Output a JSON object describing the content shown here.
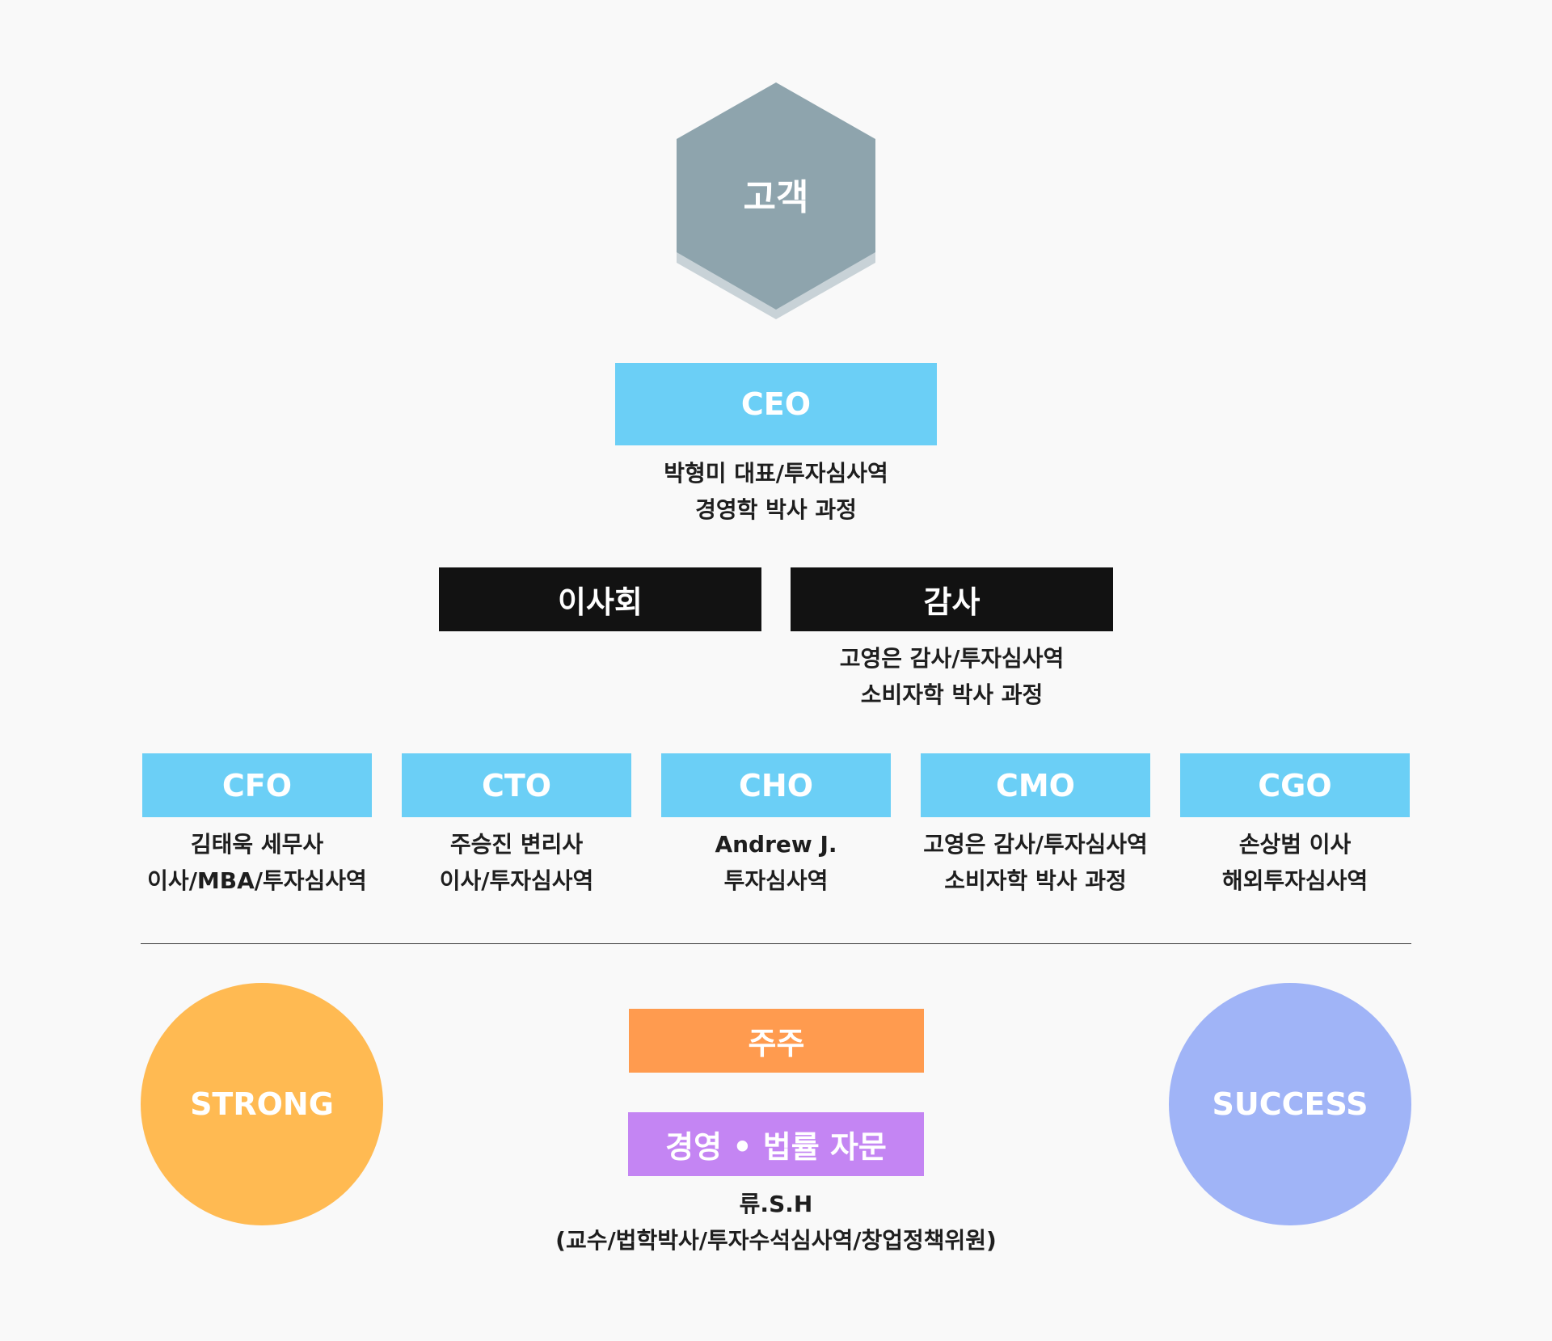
{
  "colors": {
    "background": "#f9f9f9",
    "hexagon": "#8ea4ad",
    "hexagon_shadow": "#c8d2d7",
    "blue_box": "#6bcff6",
    "black_box": "#121212",
    "orange_box": "#ff9b4f",
    "purple_box": "#c485f3",
    "strong_circle": "#ffba52",
    "success_circle": "#a0b4f7"
  },
  "customer": {
    "label": "고객",
    "icon": "hexagon-shape"
  },
  "ceo": {
    "title": "CEO",
    "line1": "박형미 대표/투자심사역",
    "line2": "경영학 박사 과정"
  },
  "board": {
    "title": "이사회"
  },
  "audit": {
    "title": "감사",
    "line1": "고영은 감사/투자심사역",
    "line2": "소비자학 박사 과정"
  },
  "officers": [
    {
      "title": "CFO",
      "line1": "김태욱 세무사",
      "line2": "이사/MBA/투자심사역"
    },
    {
      "title": "CTO",
      "line1": "주승진 변리사",
      "line2": "이사/투자심사역"
    },
    {
      "title": "CHO",
      "line1": "Andrew J.",
      "line2": "투자심사역"
    },
    {
      "title": "CMO",
      "line1": "고영은 감사/투자심사역",
      "line2": "소비자학 박사 과정"
    },
    {
      "title": "CGO",
      "line1": "손상범 이사",
      "line2": "해외투자심사역"
    }
  ],
  "shareholders": {
    "title": "주주"
  },
  "advisory": {
    "title": "경영 • 법률 자문",
    "line1": "류.S.H",
    "line2": "(교수/법학박사/투자수석심사역/창업정책위원)"
  },
  "badges": {
    "left": "STRONG",
    "right": "SUCCESS"
  }
}
